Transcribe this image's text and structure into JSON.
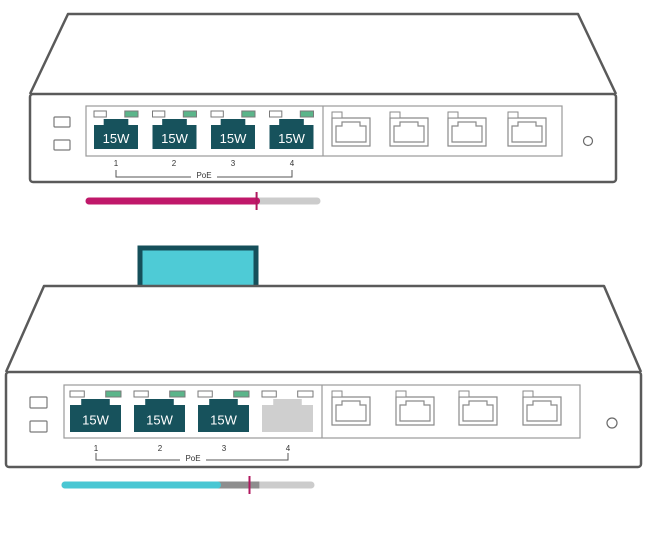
{
  "colors": {
    "outline": "#5a5a5a",
    "poe_port": "#17525c",
    "poe_led": "#5bb58a",
    "disabled_port": "#cfcfcf",
    "arrow_fill": "#4ecbd6",
    "arrow_stroke": "#154f5a",
    "bar_top": "#c0186a",
    "bar_bottom": "#49c7d3",
    "bar_bottom_grey": "#8e8e8e",
    "bar_track": "#cccccc",
    "bar_marker": "#b0185f"
  },
  "top_switch": {
    "ports": [
      {
        "label": "15W",
        "number": "1"
      },
      {
        "label": "15W",
        "number": "2"
      },
      {
        "label": "15W",
        "number": "3"
      },
      {
        "label": "15W",
        "number": "4"
      }
    ],
    "poe_label": "PoE",
    "power_bar_fraction": 0.735,
    "budget_marker_fraction": 0.735
  },
  "bottom_switch": {
    "ports": [
      {
        "label": "15W",
        "number": "1"
      },
      {
        "label": "15W",
        "number": "2"
      },
      {
        "label": "15W",
        "number": "3"
      },
      {
        "label": "",
        "number": "4",
        "disabled": true
      }
    ],
    "poe_label": "PoE",
    "power_bar_fraction": 0.62,
    "grey_segment_end_fraction": 0.79,
    "budget_marker_fraction": 0.75
  }
}
